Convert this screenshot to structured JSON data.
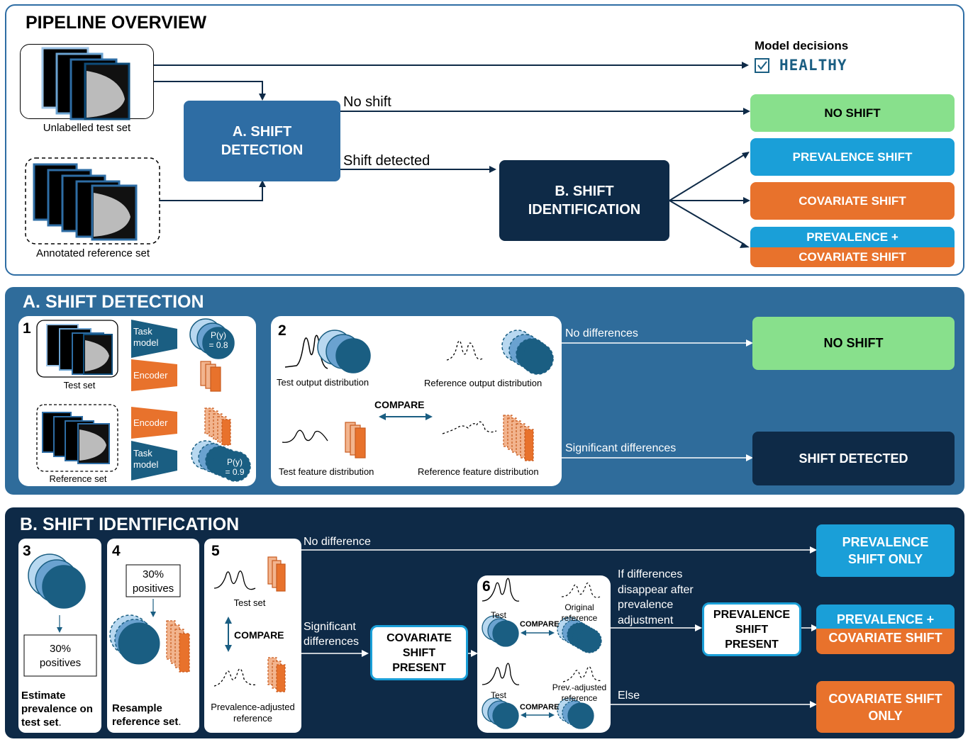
{
  "overview": {
    "title": "PIPELINE OVERVIEW",
    "test_set_label": "Unlabelled test set",
    "reference_set_label": "Annotated reference set",
    "shift_detection": "A. SHIFT\nDETECTION",
    "shift_identification": "B. SHIFT\nIDENTIFICATION",
    "no_shift_edge": "No shift",
    "shift_detected_edge": "Shift detected",
    "model_decisions": "Model decisions",
    "healthy": "HEALTHY",
    "out_no_shift": "NO SHIFT",
    "out_prevalence": "PREVALENCE SHIFT",
    "out_covariate": "COVARIATE SHIFT",
    "out_both_top": "PREVALENCE +",
    "out_both_bottom": "COVARIATE SHIFT"
  },
  "detection": {
    "title": "A. SHIFT DETECTION",
    "step1": "1",
    "test_set": "Test set",
    "reference_set": "Reference set",
    "task_model": "Task\nmodel",
    "encoder": "Encoder",
    "py_test": "P(y)\n= 0.8",
    "py_ref": "P(y)\n= 0.9",
    "step2": "2",
    "test_output": "Test output distribution",
    "ref_output": "Reference output distribution",
    "compare": "COMPARE",
    "test_feature": "Test feature distribution",
    "ref_feature": "Reference feature distribution",
    "no_differences": "No differences",
    "significant_differences": "Significant differences",
    "out_no_shift": "NO SHIFT",
    "out_shift_detected": "SHIFT DETECTED"
  },
  "identification": {
    "title": "B. SHIFT IDENTIFICATION",
    "step3": "3",
    "positives_3": "30%\npositives",
    "estimate": "Estimate\nprevalence on\ntest set",
    "estimate_tail": ".",
    "step4": "4",
    "positives_4": "30%\npositives",
    "resample": "Resample\nreference set",
    "resample_tail": ".",
    "step5": "5",
    "test_set": "Test set",
    "compare": "COMPARE",
    "prev_adjusted_ref": "Prevalence-adjusted\nreference",
    "no_difference": "No difference",
    "significant_differences": "Significant\ndifferences",
    "covariate_present": "COVARIATE\nSHIFT\nPRESENT",
    "step6": "6",
    "test_a": "Test",
    "compare_a": "COMPARE",
    "original_ref": "Original\nreference",
    "test_b": "Test",
    "compare_b": "COMPARE",
    "prev_adj_ref": "Prev.-adjusted\nreference",
    "if_differences": "If differences\ndisappear after\nprevalence\nadjustment",
    "else": "Else",
    "prevalence_present": "PREVALENCE\nSHIFT\nPRESENT",
    "out_prevalence_only": "PREVALENCE\nSHIFT ONLY",
    "out_both_top": "PREVALENCE +",
    "out_both_bottom": "COVARIATE SHIFT",
    "out_covariate_only": "COVARIATE SHIFT\nONLY"
  },
  "colors": {
    "navy": "#0e2a47",
    "mid_blue": "#2e6da4",
    "steel": "#2f6c9b",
    "teal": "#1a5e82",
    "green": "#88e08c",
    "sky": "#1a9fd8",
    "orange": "#e8722c"
  }
}
